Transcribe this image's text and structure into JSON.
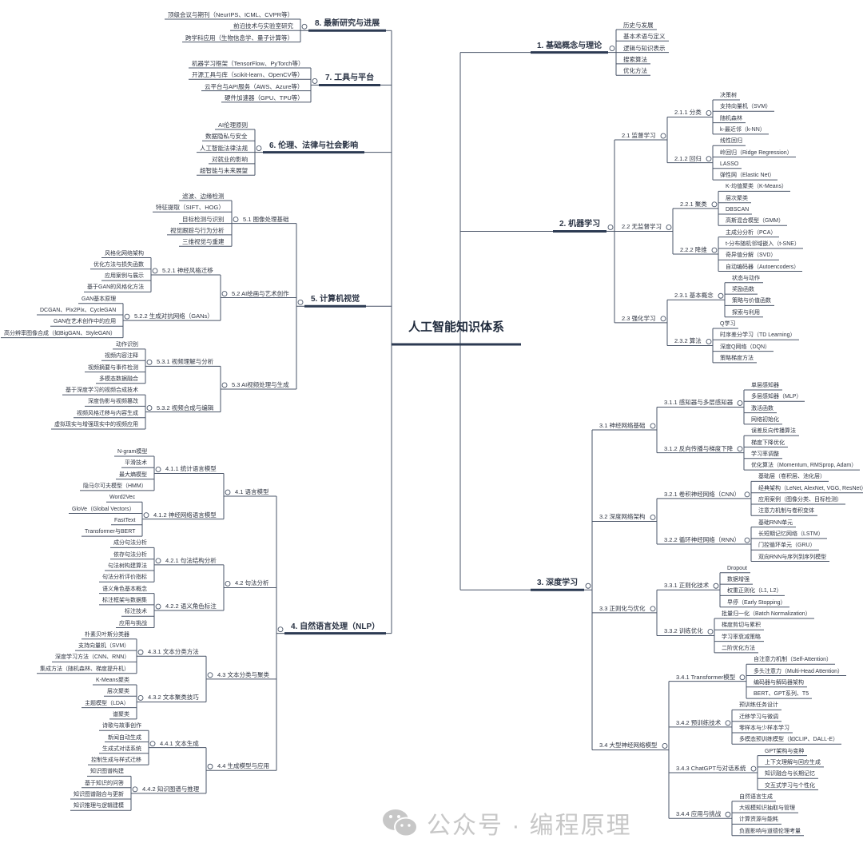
{
  "title": "人工智能知识体系",
  "watermark": "公众号 · 编程原理",
  "colors": {
    "line": "#4a5568",
    "accent_underline": "#2c3a52",
    "text": "#2f3542",
    "watermark": "#9a9a9a"
  },
  "branches": [
    {
      "side": "right",
      "label": "1. 基础概念与理论",
      "children": [
        "历史与发展",
        "基本术语与定义",
        "逻辑与知识表示",
        "搜索算法",
        "优化方法"
      ]
    },
    {
      "side": "right",
      "label": "2. 机器学习",
      "children": [
        {
          "label": "2.1 监督学习",
          "children": [
            {
              "label": "2.1.1 分类",
              "children": [
                "决策树",
                "支持向量机（SVM）",
                "随机森林",
                "k-最近邻（k-NN）"
              ]
            },
            {
              "label": "2.1.2 回归",
              "children": [
                "线性回归",
                "岭回归（Ridge Regression）",
                "LASSO",
                "弹性网（Elastic Net）"
              ]
            }
          ]
        },
        {
          "label": "2.2 无监督学习",
          "children": [
            {
              "label": "2.2.1 聚类",
              "children": [
                "K-均值聚类（K-Means）",
                "层次聚类",
                "DBSCAN",
                "高斯混合模型（GMM）"
              ]
            },
            {
              "label": "2.2.2 降维",
              "children": [
                "主成分分析（PCA）",
                "t-分布随机邻域嵌入（t-SNE）",
                "奇异值分解（SVD）",
                "自动编码器（Autoencoders）"
              ]
            }
          ]
        },
        {
          "label": "2.3 强化学习",
          "children": [
            {
              "label": "2.3.1 基本概念",
              "children": [
                "状态与动作",
                "奖励函数",
                "策略与价值函数",
                "探索与利用"
              ]
            },
            {
              "label": "2.3.2 算法",
              "children": [
                "Q学习",
                "时序差分学习（TD Learning）",
                "深度Q网络（DQN）",
                "策略梯度方法"
              ]
            }
          ]
        }
      ]
    },
    {
      "side": "right",
      "label": "3. 深度学习",
      "children": [
        {
          "label": "3.1 神经网络基础",
          "children": [
            {
              "label": "3.1.1 感知器与多层感知器",
              "children": [
                "单层感知器",
                "多层感知器（MLP）",
                "激活函数",
                "网络初始化"
              ]
            },
            {
              "label": "3.1.2 反向传播与梯度下降",
              "children": [
                "误差反向传播算法",
                "梯度下降优化",
                "学习率调整",
                "优化算法（Momentum, RMSprop, Adam）"
              ]
            }
          ]
        },
        {
          "label": "3.2 深度网络架构",
          "children": [
            {
              "label": "3.2.1 卷积神经网络（CNN）",
              "children": [
                "基础层（卷积层、池化层）",
                "经典架构（LeNet, AlexNet, VGG, ResNet）",
                "应用案例（图像分类、目标检测）",
                "注意力机制与卷积变体"
              ]
            },
            {
              "label": "3.2.2 循环神经网络（RNN）",
              "children": [
                "基础RNN单元",
                "长短期记忆网络（LSTM）",
                "门控循环单元（GRU）",
                "双向RNN与序列到序列模型"
              ]
            }
          ]
        },
        {
          "label": "3.3 正则化与优化",
          "children": [
            {
              "label": "3.3.1 正则化技术",
              "children": [
                "Dropout",
                "数据增强",
                "权重正则化（L1, L2）",
                "早停（Early Stopping）"
              ]
            },
            {
              "label": "3.3.2 训练优化",
              "children": [
                "批量归一化（Batch Normalization）",
                "梯度剪切与累积",
                "学习率衰减策略",
                "二阶优化方法"
              ]
            }
          ]
        },
        {
          "label": "3.4 大型神经网络模型",
          "children": [
            {
              "label": "3.4.1 Transformer模型",
              "children": [
                "自注意力机制（Self-Attention）",
                "多头注意力（Multi-Head Attention）",
                "编码器与解码器架构",
                "BERT、GPT系列、T5"
              ]
            },
            {
              "label": "3.4.2 预训练技术",
              "children": [
                "预训练任务设计",
                "迁移学习与微调",
                "零样本与少样本学习",
                "多模态预训练模型（如CLIP、DALL-E）"
              ]
            },
            {
              "label": "3.4.3 ChatGPT与对话系统",
              "children": [
                "GPT架构与变种",
                "上下文理解与回应生成",
                "知识融合与长期记忆",
                "交互式学习与个性化"
              ]
            },
            {
              "label": "3.4.4 应用与挑战",
              "children": [
                "自然语言生成",
                "大规模知识抽取与管理",
                "计算资源与能耗",
                "负面影响与道德伦理考量"
              ]
            }
          ]
        }
      ]
    },
    {
      "side": "left",
      "label": "4. 自然语言处理（NLP）",
      "children": [
        {
          "label": "4.1 语言模型",
          "children": [
            {
              "label": "4.1.1 统计语言模型",
              "children": [
                "N-gram模型",
                "平滑技术",
                "最大熵模型",
                "隐马尔可夫模型（HMM）"
              ]
            },
            {
              "label": "4.1.2 神经网络语言模型",
              "children": [
                "Word2Vec",
                "GloVe（Global Vectors）",
                "FastText",
                "Transformer与BERT"
              ]
            }
          ]
        },
        {
          "label": "4.2 句法分析",
          "children": [
            {
              "label": "4.2.1 句法结构分析",
              "children": [
                "成分句法分析",
                "依存句法分析",
                "句法树构建算法",
                "句法分析评价指标"
              ]
            },
            {
              "label": "4.2.2 语义角色标注",
              "children": [
                "语义角色基本概念",
                "标注框架与数据集",
                "标注技术",
                "应用与挑战"
              ]
            }
          ]
        },
        {
          "label": "4.3 文本分类与聚类",
          "children": [
            {
              "label": "4.3.1 文本分类方法",
              "children": [
                "朴素贝叶斯分类器",
                "支持向量机（SVM）",
                "深度学习方法（CNN、RNN）",
                "集成方法（随机森林、梯度提升机）"
              ]
            },
            {
              "label": "4.3.2 文本聚类技巧",
              "children": [
                "K-Means聚类",
                "层次聚类",
                "主题模型（LDA）",
                "谱聚类"
              ]
            }
          ]
        },
        {
          "label": "4.4 生成模型与应用",
          "children": [
            {
              "label": "4.4.1 文本生成",
              "children": [
                "诗歌与故事创作",
                "新闻自动生成",
                "生成式对话系统",
                "控制生成与样式迁移"
              ]
            },
            {
              "label": "4.4.2 知识图谱与推理",
              "children": [
                "知识图谱构建",
                "基于知识的问答",
                "知识图谱融合与更新",
                "知识推理与逻辑建模"
              ]
            }
          ]
        }
      ]
    },
    {
      "side": "left",
      "label": "5. 计算机视觉",
      "children": [
        {
          "label": "5.1 图像处理基础",
          "children": [
            "滤波、边缘检测",
            "特征提取（SIFT、HOG）",
            "目标检测与识别",
            "视觉跟踪与行为分析",
            "三维视觉与重建"
          ]
        },
        {
          "label": "5.2 AI绘画与艺术创作",
          "children": [
            {
              "label": "5.2.1 神经风格迁移",
              "children": [
                "风格化网络架构",
                "优化方法与损失函数",
                "应用案例与展示",
                "基于GAN的风格化方法"
              ]
            },
            {
              "label": "5.2.2 生成对抗网络（GANs）",
              "children": [
                "GAN基本原理",
                "DCGAN、Pix2Pix、CycleGAN",
                "GAN在艺术创作中的应用",
                "高分辨率图像合成（如BigGAN、StyleGAN）"
              ]
            }
          ]
        },
        {
          "label": "5.3 AI视频处理与生成",
          "children": [
            {
              "label": "5.3.1 视频理解与分析",
              "children": [
                "动作识别",
                "视频内容注释",
                "视频摘要与事件检测",
                "多模态数据融合"
              ]
            },
            {
              "label": "5.3.2 视频合成与编辑",
              "children": [
                "基于深度学习的视频合成技术",
                "深度伪影与视频篡改",
                "视频风格迁移与内容生成",
                "虚拟现实与增强现实中的视频应用"
              ]
            }
          ]
        }
      ]
    },
    {
      "side": "left",
      "label": "6. 伦理、法律与社会影响",
      "children": [
        "AI伦理原则",
        "数据隐私与安全",
        "人工智能法律法规",
        "对就业的影响",
        "超智能与未来展望"
      ]
    },
    {
      "side": "left",
      "label": "7. 工具与平台",
      "children": [
        "机器学习框架（TensorFlow、PyTorch等）",
        "开源工具与库（scikit-learn、OpenCV等）",
        "云平台与API服务（AWS、Azure等）",
        "硬件加速器（GPU、TPU等）"
      ]
    },
    {
      "side": "left",
      "label": "8. 最新研究与进展",
      "children": [
        "顶级会议与期刊（NeurIPS、ICML、CVPR等）",
        "前沿技术与实验室研究",
        "跨学科应用（生物信息学、量子计算等）"
      ]
    }
  ]
}
